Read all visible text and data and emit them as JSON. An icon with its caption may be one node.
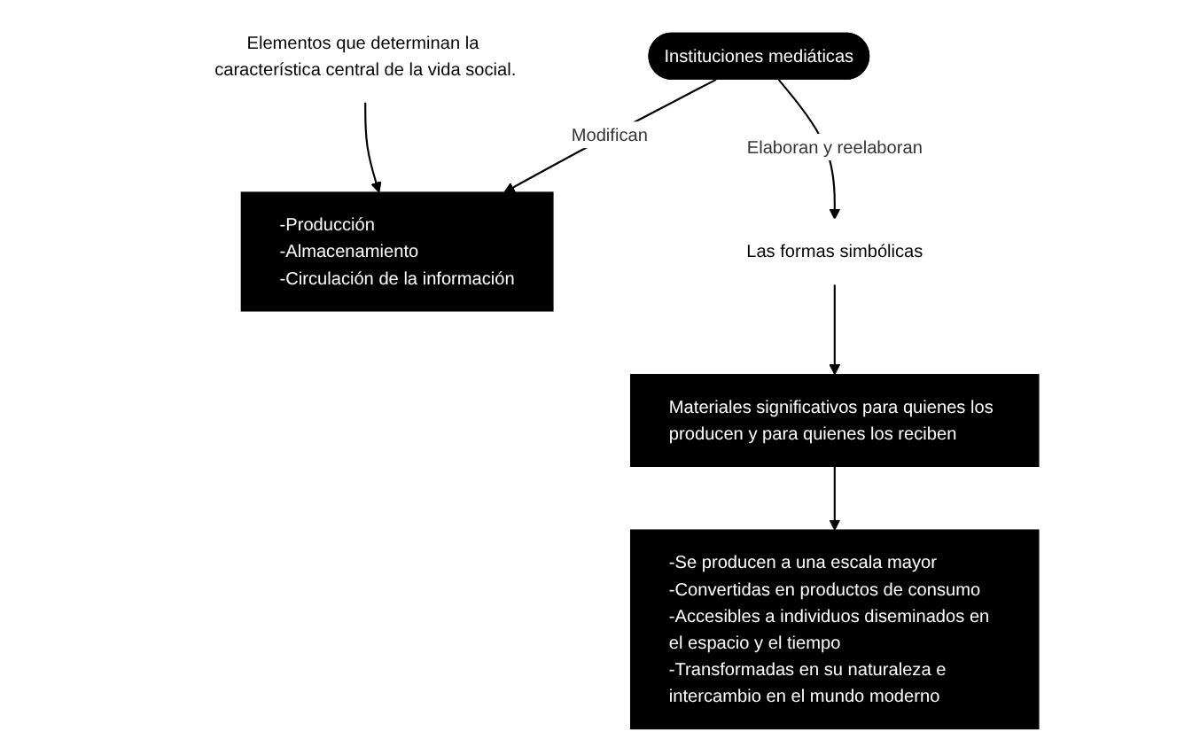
{
  "diagram": {
    "nodes": [
      {
        "text": [
          "Elementos que determinan la característica central de la vida social."
        ]
      },
      {
        "text": [
          "-Producción",
          "-Almacenamiento",
          "-Circulación de la información"
        ]
      },
      {
        "text": [
          "Instituciones mediáticas"
        ]
      },
      {
        "text": [
          "Las formas simbólicas"
        ]
      },
      {
        "text": [
          "-Se producen a una escala mayor",
          "-Convertidas en productos de consumo",
          "-Accesibles a individuos diseminados en el espacio y el tiempo",
          "-Transformadas en su naturaleza e intercambio en el mundo moderno"
        ]
      },
      {
        "text": [
          "Materiales significativos para quienes los producen y para quienes los reciben"
        ]
      }
    ],
    "edges": [
      {
        "from": 0,
        "to": 1,
        "arrow": "to"
      },
      {
        "from": 2,
        "to": 1,
        "arrow": "to",
        "label": "Modifican"
      },
      {
        "from": 2,
        "to": 3,
        "arrow": "to",
        "label": "Elaboran y reelaboran"
      },
      {
        "from": 3,
        "to": 5,
        "arrow": "to"
      },
      {
        "from": 5,
        "to": 4,
        "arrow": "to"
      }
    ]
  }
}
